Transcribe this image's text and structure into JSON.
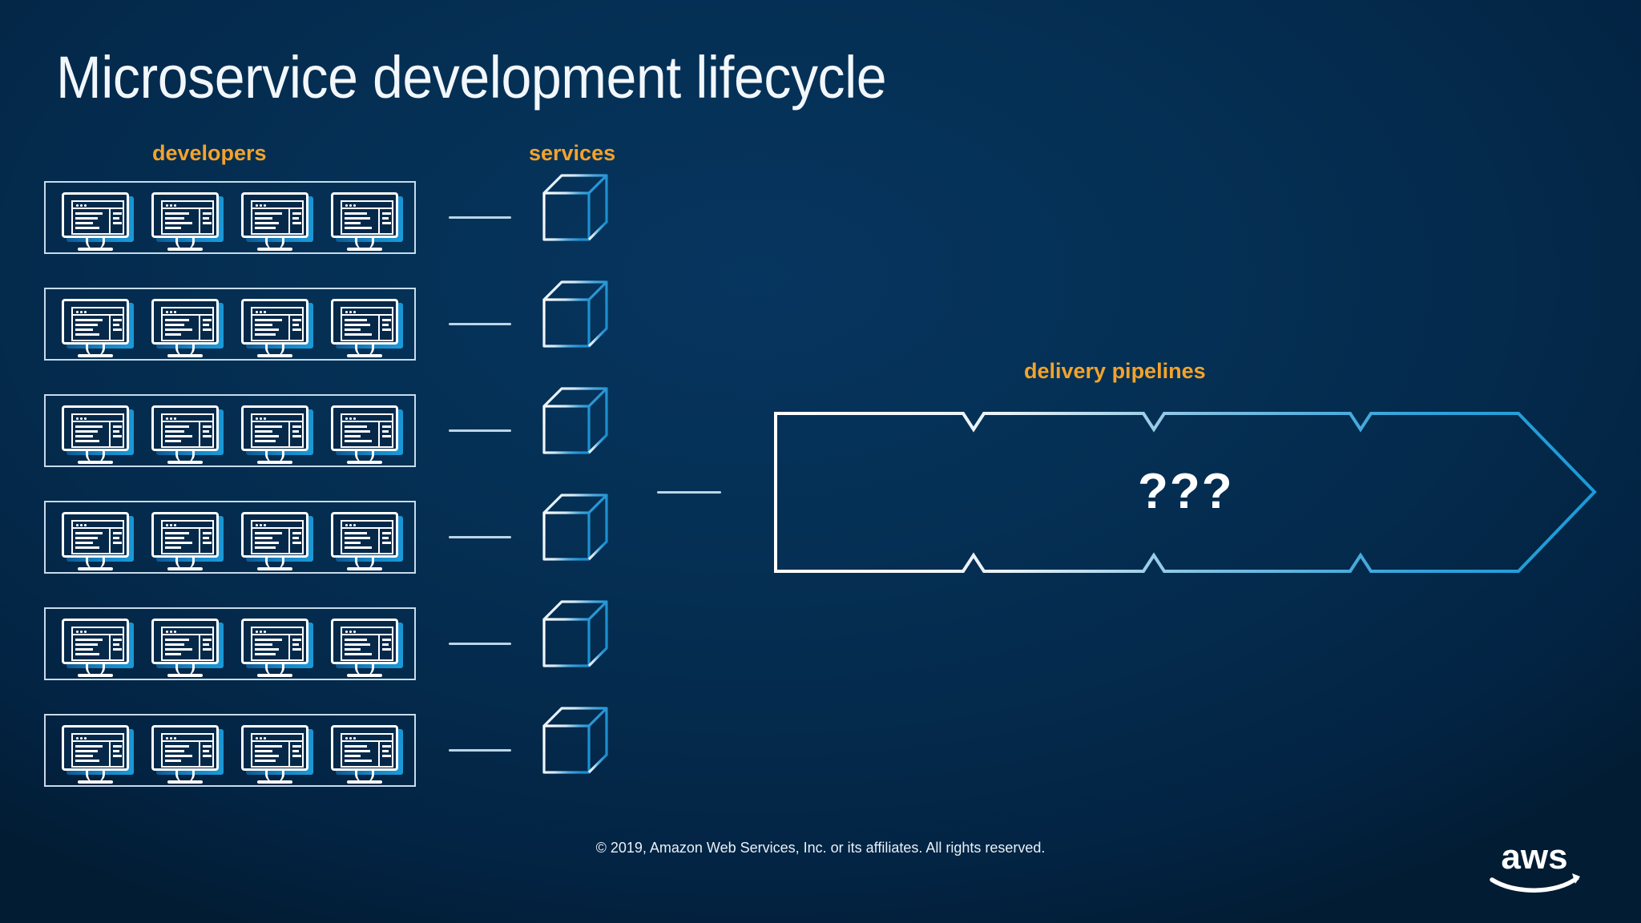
{
  "slide": {
    "title": "Microservice development lifecycle",
    "background_color": "#053055",
    "accent_color": "#f3a32b",
    "outline_color": "#ffffff",
    "connector_color": "#b9d6e8",
    "pipeline_gradient_end": "#1b9ad8"
  },
  "columns": {
    "developers_label": "developers",
    "services_label": "services",
    "pipelines_label": "delivery pipelines"
  },
  "developers": {
    "group_count": 6,
    "monitors_per_group": 4,
    "groups": [
      {
        "id": "dev-group-1"
      },
      {
        "id": "dev-group-2"
      },
      {
        "id": "dev-group-3"
      },
      {
        "id": "dev-group-4"
      },
      {
        "id": "dev-group-5"
      },
      {
        "id": "dev-group-6"
      }
    ]
  },
  "services": {
    "cube_count": 6
  },
  "pipeline": {
    "placeholder_text": "???",
    "stage_notches": 3,
    "shape": "right-arrow"
  },
  "footer": {
    "copyright": "© 2019, Amazon Web Services, Inc. or its affiliates. All rights reserved.",
    "logo_text": "aws"
  }
}
